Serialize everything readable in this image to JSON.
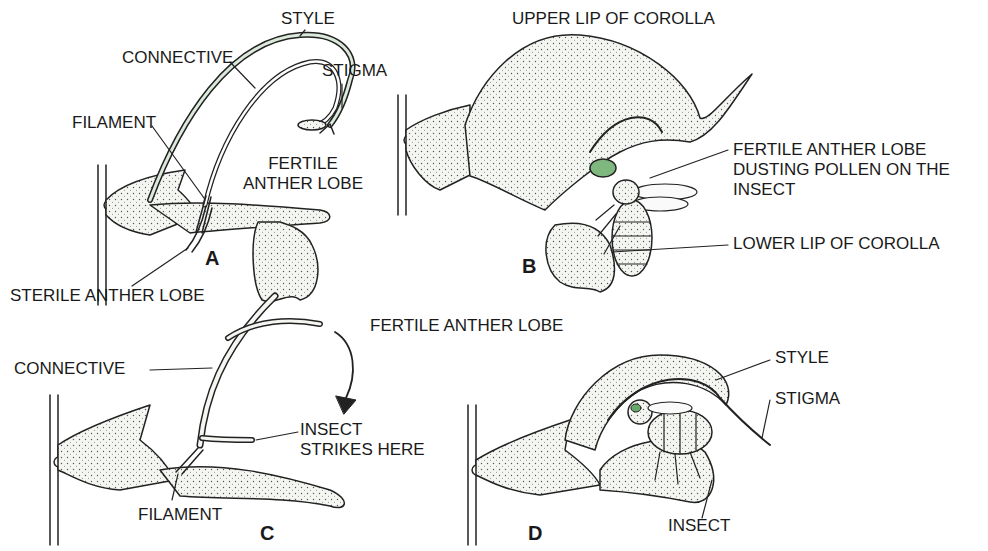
{
  "diagram": {
    "labels": [
      "STYLE",
      "CONNECTIVE",
      "STIGMA",
      "FILAMENT",
      "FERTILE ANTHER LOBE",
      "A",
      "STERILE ANTHER LOBE",
      "UPPER LIP OF COROLLA",
      "FERTILE ANTHER LOBE DUSTING POLLEN ON THE INSECT",
      "LOWER LIP OF COROLLA",
      "B",
      "FERTILE ANTHER LOBE",
      "CONNECTIVE",
      "INSECT STRIKES HERE",
      "FILAMENT",
      "C",
      "STYLE",
      "STIGMA",
      "INSECT",
      "D"
    ]
  }
}
